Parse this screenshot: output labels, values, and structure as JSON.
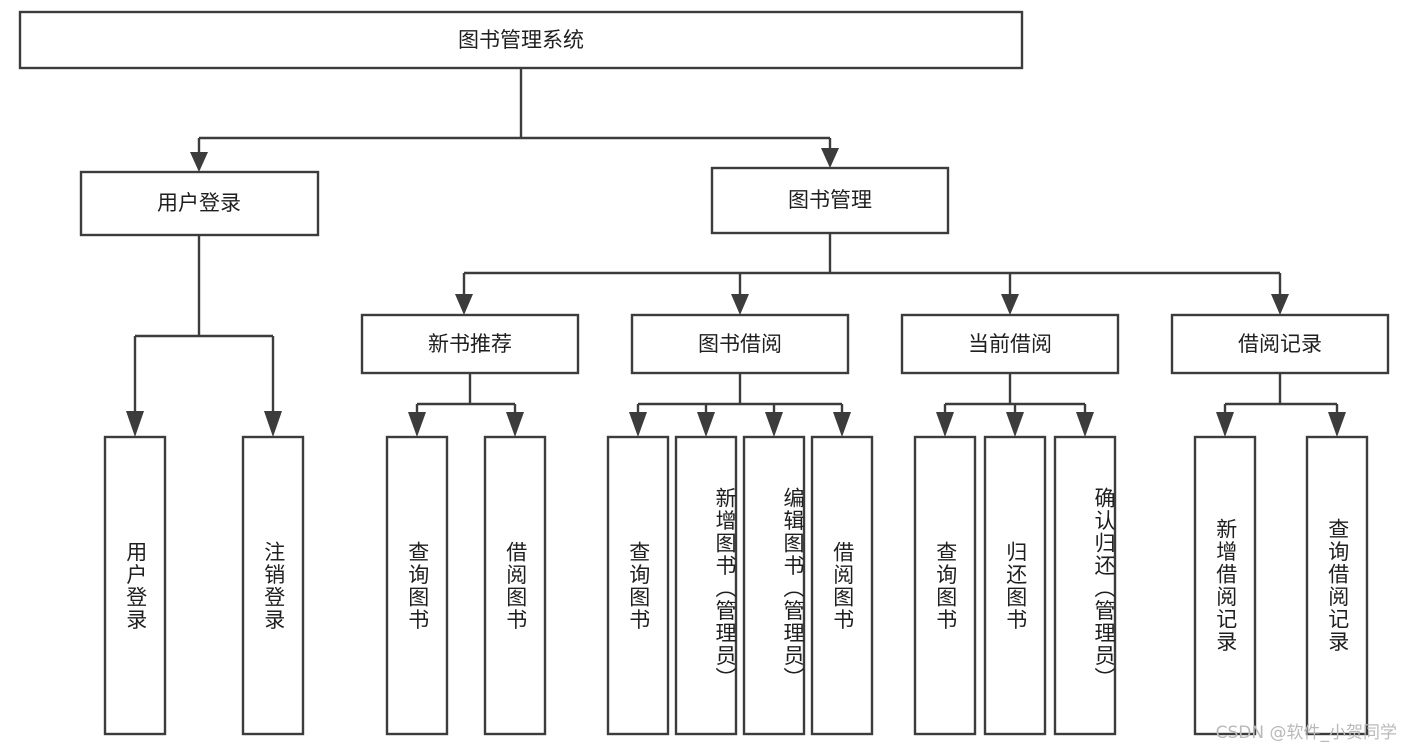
{
  "diagram": {
    "title": "图书管理系统",
    "type": "tree-hierarchy",
    "watermark": "CSDN @软件_小贺同学",
    "colors": {
      "box_stroke": "#3c3c3c",
      "box_fill": "#ffffff",
      "text": "#1f1f1f",
      "watermark": "#b9b9b9",
      "background": "#ffffff"
    },
    "root": {
      "label": "图书管理系统"
    },
    "level2": [
      {
        "label": "用户登录"
      },
      {
        "label": "图书管理"
      }
    ],
    "level3": [
      {
        "label": "新书推荐"
      },
      {
        "label": "图书借阅"
      },
      {
        "label": "当前借阅"
      },
      {
        "label": "借阅记录"
      }
    ],
    "leaves": {
      "user_login": [
        {
          "label": "用户登录"
        },
        {
          "label": "注销登录"
        }
      ],
      "new_book_recommend": [
        {
          "label": "查询图书"
        },
        {
          "label": "借阅图书"
        }
      ],
      "book_borrow": [
        {
          "label": "查询图书"
        },
        {
          "label": "新增图书（管理员）"
        },
        {
          "label": "编辑图书（管理员）"
        },
        {
          "label": "借阅图书"
        }
      ],
      "current_borrow": [
        {
          "label": "查询图书"
        },
        {
          "label": "归还图书"
        },
        {
          "label": "确认归还（管理员）"
        }
      ],
      "borrow_record": [
        {
          "label": "新增借阅记录"
        },
        {
          "label": "查询借阅记录"
        }
      ]
    }
  }
}
